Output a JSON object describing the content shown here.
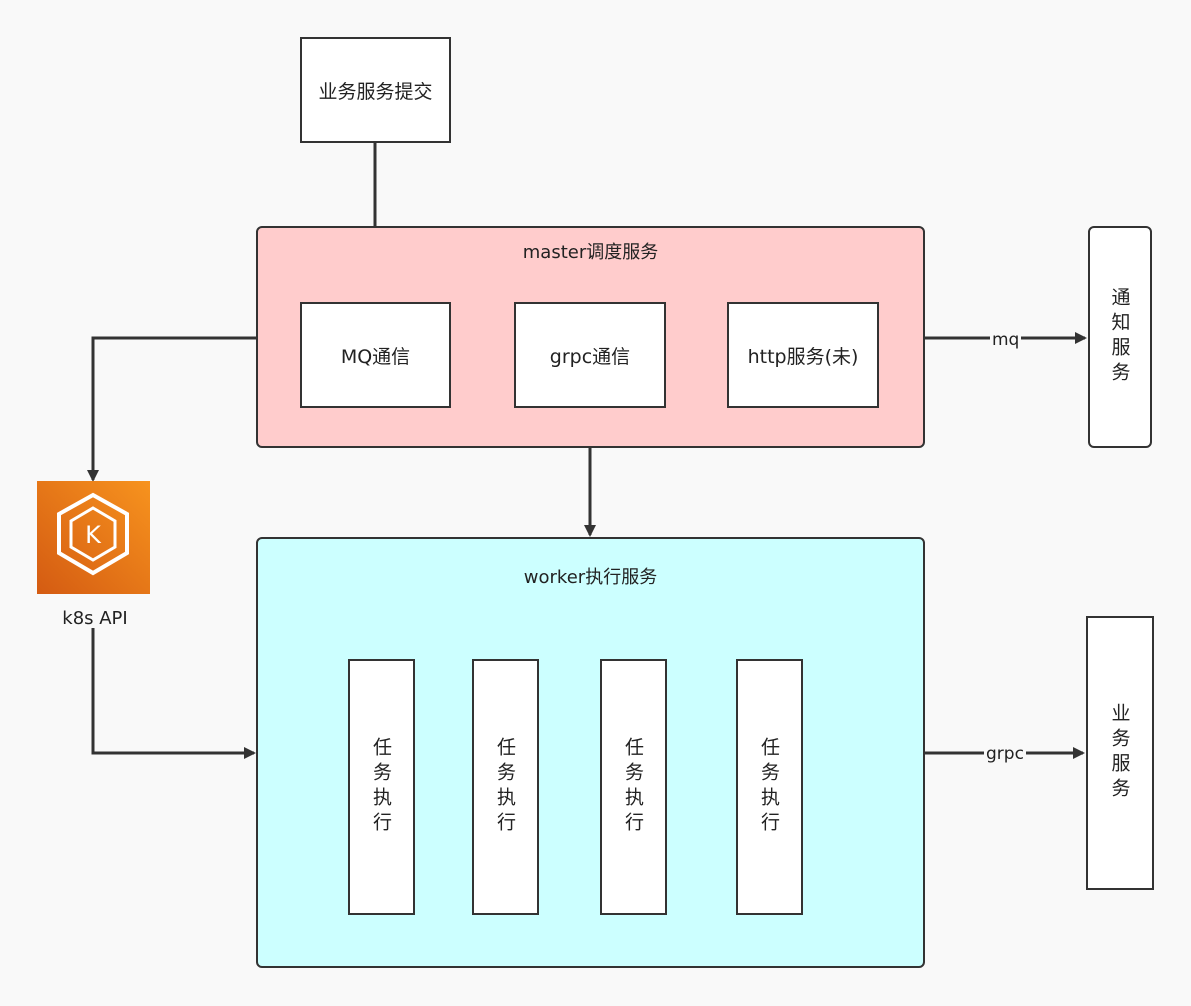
{
  "nodes": {
    "business_submit": "业务服务提交",
    "master_title": "master调度服务",
    "mq_comm": "MQ通信",
    "grpc_comm": "grpc通信",
    "http_service": "http服务(未)",
    "notify_service": "通知服务",
    "worker_title": "worker执行服务",
    "tasks": [
      "任务执行",
      "任务执行",
      "任务执行",
      "任务执行"
    ],
    "business_service": "业务服务",
    "k8s_label": "k8s API"
  },
  "edge_labels": {
    "mq": "mq",
    "grpc": "grpc"
  },
  "colors": {
    "master_fill": "#ffcccc",
    "worker_fill": "#ccffff",
    "k8s_orange_light": "#f7931e",
    "k8s_orange_dark": "#d45b12",
    "stroke": "#333333"
  },
  "icons": {
    "k8s": "kubernetes-icon"
  }
}
